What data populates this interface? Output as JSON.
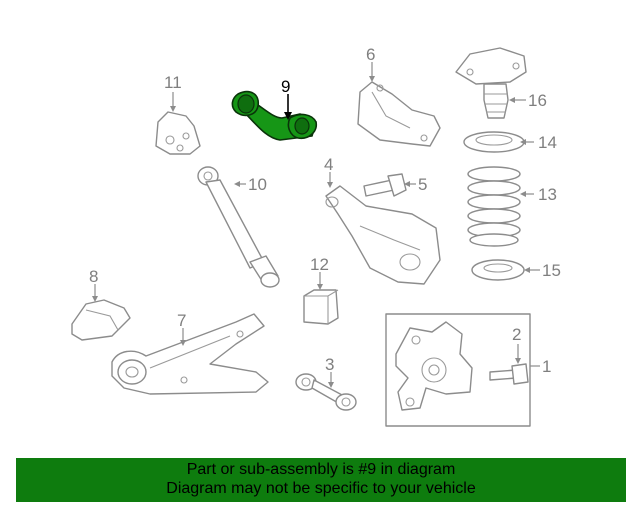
{
  "highlight_color": "#169616",
  "banner_color": "#0e7c0e",
  "callouts": [
    "1",
    "2",
    "3",
    "4",
    "5",
    "6",
    "7",
    "8",
    "9",
    "10",
    "11",
    "12",
    "13",
    "14",
    "15",
    "16"
  ],
  "highlighted_part": "9",
  "banner": {
    "line1": "Part or sub-assembly is #9 in diagram",
    "line2": "Diagram may not be specific to your vehicle"
  }
}
